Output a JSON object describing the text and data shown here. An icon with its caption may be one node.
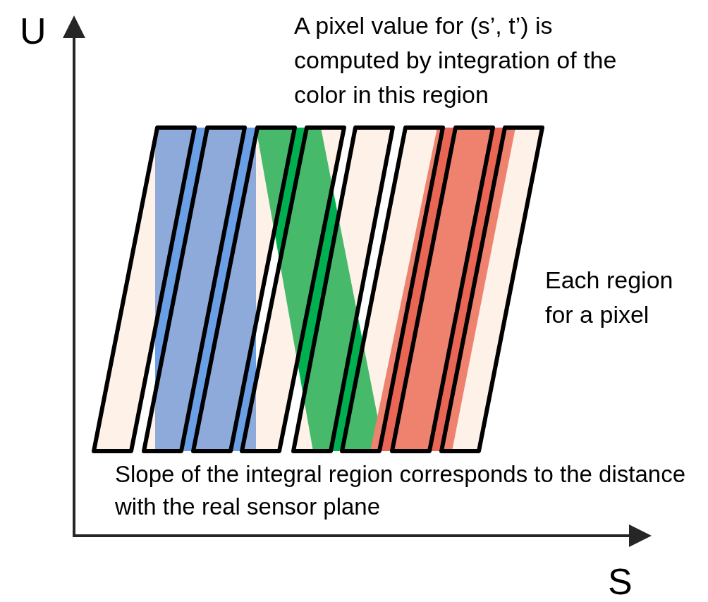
{
  "diagram": {
    "labels": [
      "U",
      "A pixel value for (s’, t’) is computed by integration of the color in this region",
      "Each region for a pixel",
      "Slope of the integral region corresponds to the distance with the real sensor plane",
      "S"
    ]
  }
}
